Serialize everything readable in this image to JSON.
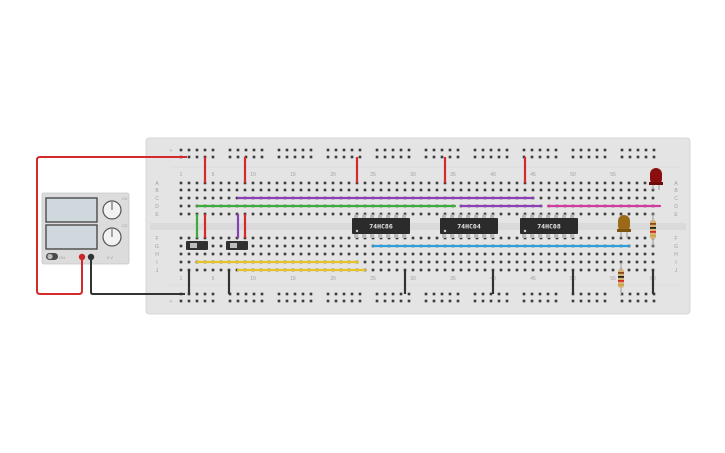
{
  "chips": [
    {
      "id": "u1",
      "label": "74HC86"
    },
    {
      "id": "u2",
      "label": "74HC04"
    },
    {
      "id": "u3",
      "label": "74HC08"
    }
  ],
  "breadboard": {
    "column_numbers": [
      "1",
      "5",
      "10",
      "15",
      "20",
      "25",
      "30",
      "35",
      "40",
      "45",
      "50",
      "55",
      "60"
    ],
    "row_letters_top": [
      "A",
      "B",
      "C",
      "D",
      "E"
    ],
    "row_letters_bottom": [
      "F",
      "G",
      "H",
      "I",
      "J"
    ],
    "power_rail_marks": [
      "+",
      "-"
    ]
  },
  "power_supply": {
    "knob_labels": [
      "CV",
      "CC"
    ],
    "switch_label": "ON",
    "badge_text": "0 V"
  },
  "colors": {
    "board": "#e4e4e4",
    "wire_red": "#d42a2a",
    "wire_black": "#333333",
    "wire_green": "#3caa3c",
    "wire_purple": "#8a3fb5",
    "wire_magenta": "#d23a9e",
    "wire_yellow": "#e6c326",
    "wire_blue": "#2e9fdc",
    "chip": "#2b2b2b",
    "led": "#8b0e0e"
  }
}
